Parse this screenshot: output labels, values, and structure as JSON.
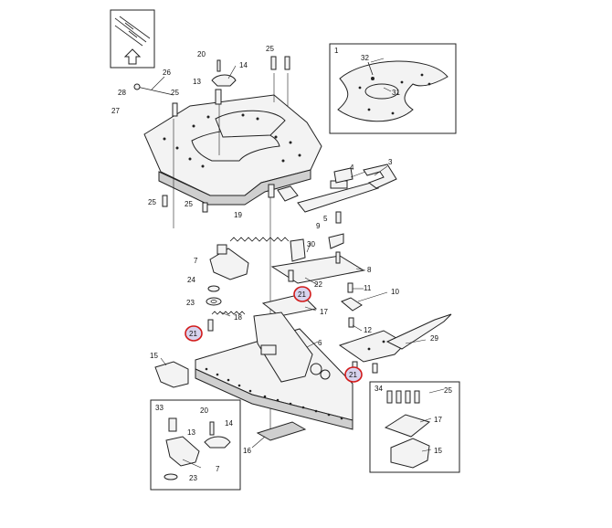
{
  "diagram": {
    "labels": {
      "l1": "1",
      "l3": "3",
      "l4": "4",
      "l5": "5",
      "l6": "6",
      "l7": "7",
      "l7b": "7",
      "l8": "8",
      "l9": "9",
      "l10": "10",
      "l11": "11",
      "l12": "12",
      "l13": "13",
      "l13b": "13",
      "l14": "14",
      "l14b": "14",
      "l15": "15",
      "l15b": "15",
      "l16": "16",
      "l17": "17",
      "l17b": "17",
      "l18": "18",
      "l19": "19",
      "l20": "20",
      "l20b": "20",
      "l21a": "21",
      "l21b": "21",
      "l21c": "21",
      "l22": "22",
      "l23": "23",
      "l23b": "23",
      "l24": "24",
      "l25a": "25",
      "l25b": "25",
      "l25c": "25",
      "l25d": "25",
      "l25e": "25",
      "l26": "26",
      "l27": "27",
      "l28": "28",
      "l29": "29",
      "l30": "30",
      "l31": "31",
      "l32": "32",
      "l33": "33",
      "l34": "34"
    },
    "highlight_color": "#d21b1b",
    "highlight_fill": "#d7d3ee",
    "icons": {
      "orientation": "arrow-up-icon"
    }
  }
}
